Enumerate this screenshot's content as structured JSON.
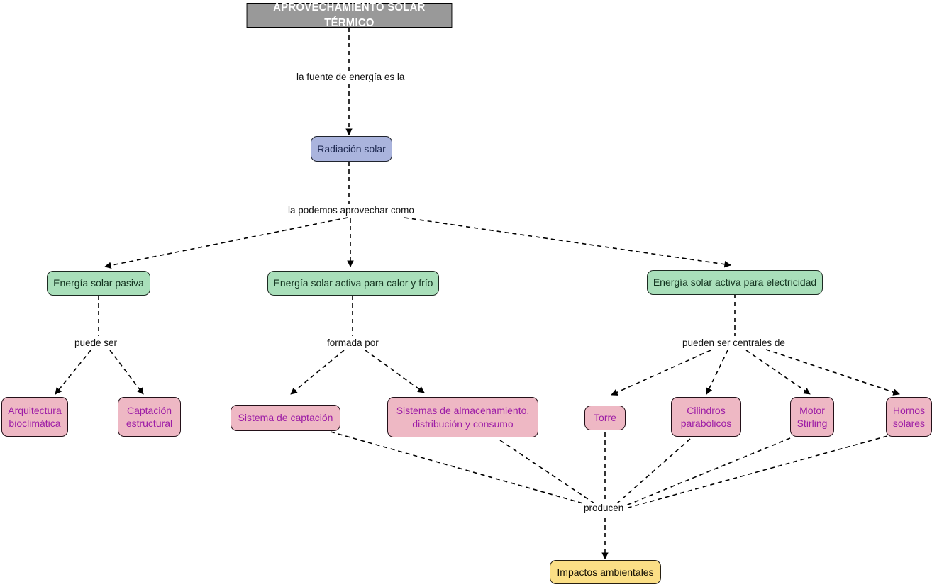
{
  "diagram": {
    "type": "concept-map",
    "language": "es",
    "background": "#ffffff",
    "title": "APROVECHAMIENTO SOLAR TÉRMICO",
    "palette": {
      "title_fill": "#999999",
      "blue_fill": "#aab4dd",
      "blue_text": "#1f2a52",
      "green_fill": "#a9dfba",
      "green_text": "#13321f",
      "pink_fill": "#eeb8c4",
      "pink_text": "#9d1da6",
      "yellow_fill": "#fbdf86",
      "yellow_text": "#120d03",
      "edge_color": "#000000"
    }
  },
  "nodes": {
    "title": "APROVECHAMIENTO SOLAR TÉRMICO",
    "radiacion_solar": "Radiación solar",
    "energia_pasiva": "Energía solar pasiva",
    "energia_activa_calor_frio": "Energía solar activa para calor y frío",
    "energia_activa_electricidad": "Energía solar activa para electricidad",
    "arquitectura_bioclimatica": "Arquitectura\nbioclimática",
    "captacion_estructural": "Captación\nestructural",
    "sistema_de_captacion": "Sistema de captación",
    "sistemas_almacenamiento": "Sistemas de almacenamiento,\ndistribución y consumo",
    "torre": "Torre",
    "cilindros_parabolicos": "Cilindros\nparabólicos",
    "motor_stirling": "Motor\nStirling",
    "hornos_solares": "Hornos\nsolares",
    "impactos_ambientales": "Impactos ambientales"
  },
  "link_labels": {
    "fuente_energia": "la fuente de energía es la",
    "aprovechar_como": "la podemos aprovechar como",
    "puede_ser": "puede ser",
    "formada_por": "formada por",
    "pueden_ser_centrales": "pueden ser centrales de",
    "producen": "producen"
  },
  "relations": [
    {
      "from": "title",
      "label": "la fuente de energía es la",
      "to": "radiacion_solar"
    },
    {
      "from": "radiacion_solar",
      "label": "la podemos aprovechar como",
      "to": "energia_pasiva"
    },
    {
      "from": "radiacion_solar",
      "label": "la podemos aprovechar como",
      "to": "energia_activa_calor_frio"
    },
    {
      "from": "radiacion_solar",
      "label": "la podemos aprovechar como",
      "to": "energia_activa_electricidad"
    },
    {
      "from": "energia_pasiva",
      "label": "puede ser",
      "to": "arquitectura_bioclimatica"
    },
    {
      "from": "energia_pasiva",
      "label": "puede ser",
      "to": "captacion_estructural"
    },
    {
      "from": "energia_activa_calor_frio",
      "label": "formada por",
      "to": "sistema_de_captacion"
    },
    {
      "from": "energia_activa_calor_frio",
      "label": "formada por",
      "to": "sistemas_almacenamiento"
    },
    {
      "from": "energia_activa_electricidad",
      "label": "pueden ser centrales de",
      "to": "torre"
    },
    {
      "from": "energia_activa_electricidad",
      "label": "pueden ser centrales de",
      "to": "cilindros_parabolicos"
    },
    {
      "from": "energia_activa_electricidad",
      "label": "pueden ser centrales de",
      "to": "motor_stirling"
    },
    {
      "from": "energia_activa_electricidad",
      "label": "pueden ser centrales de",
      "to": "hornos_solares"
    },
    {
      "from": "sistema_de_captacion",
      "label": "producen",
      "to": "impactos_ambientales"
    },
    {
      "from": "sistemas_almacenamiento",
      "label": "producen",
      "to": "impactos_ambientales"
    },
    {
      "from": "torre",
      "label": "producen",
      "to": "impactos_ambientales"
    },
    {
      "from": "cilindros_parabolicos",
      "label": "producen",
      "to": "impactos_ambientales"
    },
    {
      "from": "motor_stirling",
      "label": "producen",
      "to": "impactos_ambientales"
    },
    {
      "from": "hornos_solares",
      "label": "producen",
      "to": "impactos_ambientales"
    }
  ]
}
